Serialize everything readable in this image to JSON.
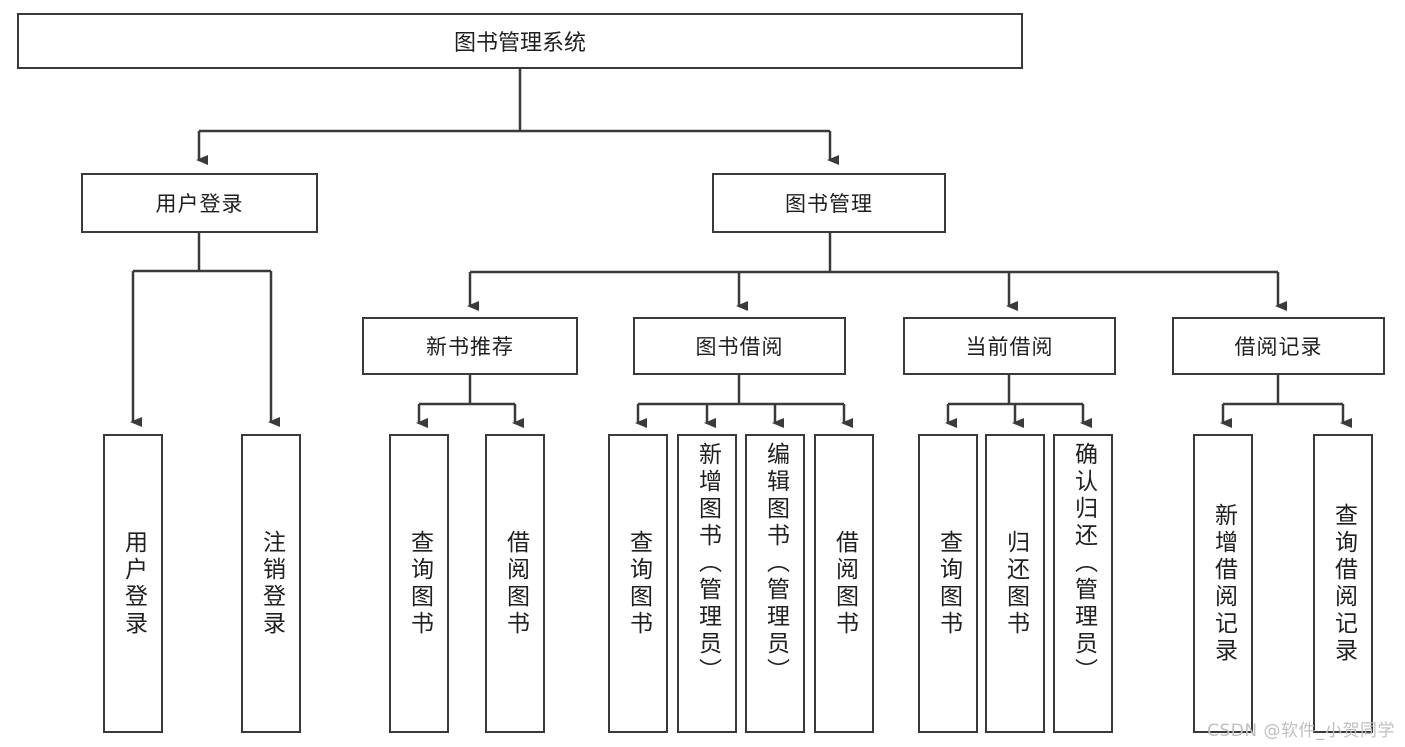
{
  "diagram": {
    "title": "图书管理系统",
    "watermark": "CSDN @软件_小贺同学",
    "levels": {
      "root": "图书管理系统",
      "level1": [
        "用户登录",
        "图书管理"
      ],
      "level2": [
        "新书推荐",
        "图书借阅",
        "当前借阅",
        "借阅记录"
      ]
    },
    "nodes": {
      "root": {
        "label": "图书管理系统"
      },
      "user_login": {
        "label": "用户登录"
      },
      "book_manage": {
        "label": "图书管理"
      },
      "new_book_rec": {
        "label": "新书推荐"
      },
      "book_borrow": {
        "label": "图书借阅"
      },
      "current_borrow": {
        "label": "当前借阅"
      },
      "borrow_record": {
        "label": "借阅记录"
      },
      "leaf_user_login": {
        "label": "用户登录"
      },
      "leaf_logout": {
        "label": "注销登录"
      },
      "leaf_query_book_1": {
        "label": "查询图书"
      },
      "leaf_borrow_book_1": {
        "label": "借阅图书"
      },
      "leaf_query_book_2": {
        "label": "查询图书"
      },
      "leaf_add_book": {
        "label": "新增图书（管理员）"
      },
      "leaf_edit_book": {
        "label": "编辑图书（管理员）"
      },
      "leaf_borrow_book_2": {
        "label": "借阅图书"
      },
      "leaf_query_book_3": {
        "label": "查询图书"
      },
      "leaf_return_book": {
        "label": "归还图书"
      },
      "leaf_confirm_return": {
        "label": "确认归还（管理员）"
      },
      "leaf_add_record": {
        "label": "新增借阅记录"
      },
      "leaf_query_record": {
        "label": "查询借阅记录"
      }
    },
    "colors": {
      "border": "#3a3a3a",
      "background": "#ffffff",
      "text": "#1f1f1f",
      "watermark": "#bfbfbf"
    }
  }
}
